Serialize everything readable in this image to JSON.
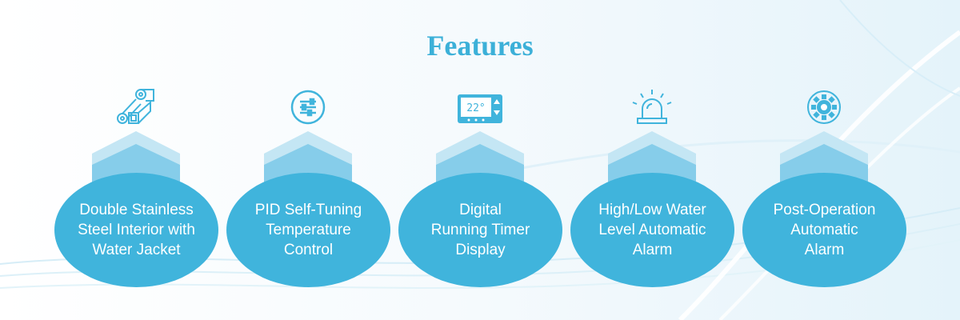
{
  "title": "Features",
  "colors": {
    "accent": "#40b4dc",
    "chevron_light": "#c4e6f4",
    "chevron_mid": "#86cdea"
  },
  "features": [
    {
      "icon": "steel-pipes-icon",
      "label_lines": [
        "Double Stainless",
        "Steel Interior with",
        "Water Jacket"
      ]
    },
    {
      "icon": "sliders-icon",
      "label_lines": [
        "PID Self-Tuning",
        "Temperature",
        "Control"
      ]
    },
    {
      "icon": "thermostat-display-icon",
      "display": "22°",
      "label_lines": [
        "Digital",
        "Running Timer",
        "Display"
      ]
    },
    {
      "icon": "alarm-light-icon",
      "label_lines": [
        "High/Low Water",
        "Level Automatic",
        "Alarm"
      ]
    },
    {
      "icon": "gear-icon",
      "label_lines": [
        "Post-Operation",
        "Automatic",
        "Alarm"
      ]
    }
  ]
}
